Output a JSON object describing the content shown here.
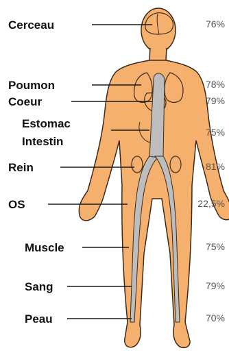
{
  "colors": {
    "skin": "#f6b06e",
    "outline": "#3a2a1a",
    "vessel": "#bdbdbd",
    "leader": "#1a1a1a",
    "label": "#111111",
    "percent": "#555555"
  },
  "rows": [
    {
      "id": "cerceau",
      "organ": "Cerceau",
      "percent": "76%"
    },
    {
      "id": "poumon",
      "organ": "Poumon",
      "percent": "78%"
    },
    {
      "id": "coeur",
      "organ": "Coeur",
      "percent": "79%"
    },
    {
      "id": "estomac",
      "organ": "Estomac",
      "percent": ""
    },
    {
      "id": "intestin",
      "organ": "Intestin",
      "percent": "75%"
    },
    {
      "id": "rein",
      "organ": "Rein",
      "percent": "81%"
    },
    {
      "id": "os",
      "organ": "OS",
      "percent": "22,5%"
    },
    {
      "id": "muscle",
      "organ": "Muscle",
      "percent": "75%"
    },
    {
      "id": "sang",
      "organ": "Sang",
      "percent": "79%"
    },
    {
      "id": "peau",
      "organ": "Peau",
      "percent": "70%"
    }
  ]
}
